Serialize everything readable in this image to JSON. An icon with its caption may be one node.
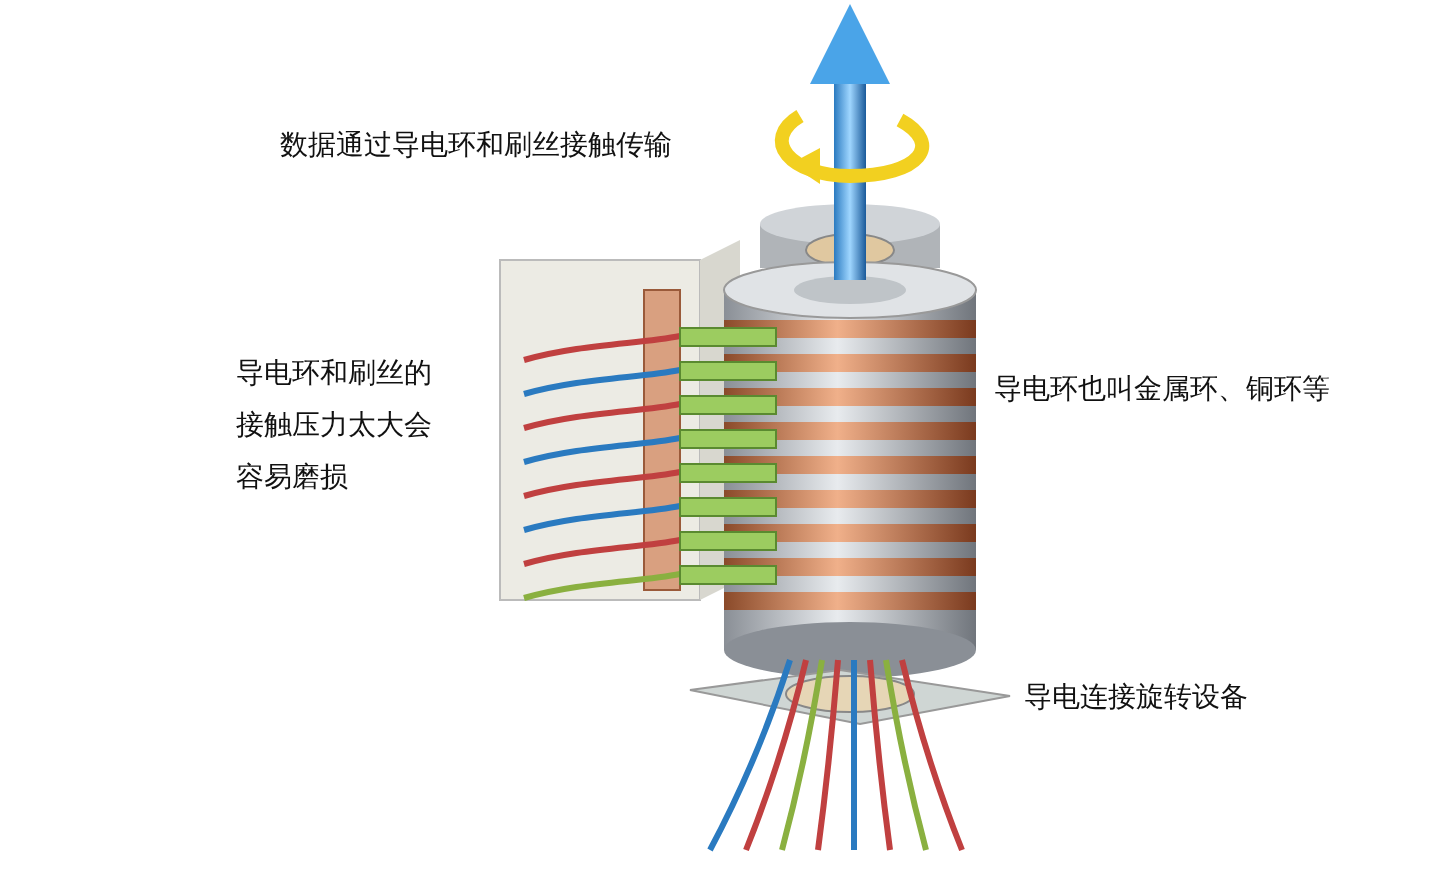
{
  "diagram": {
    "labels": [
      "数据通过导电环和刷丝接触传输",
      "导电环和刷丝的接触压力太大会容易磨损",
      "导电环也叫金属环、铜环等",
      "导电连接旋转设备"
    ]
  }
}
